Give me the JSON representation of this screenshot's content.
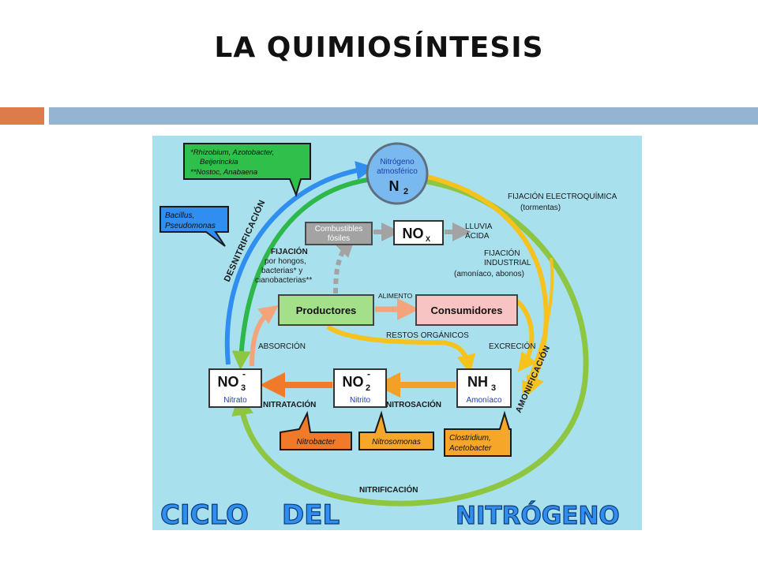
{
  "slide": {
    "title": "LA QUIMIOSÍNTESIS"
  },
  "colors": {
    "background": "#a8e0ee",
    "accent_orange": "#de7b4a",
    "accent_blue": "#94b4d1",
    "green": "#8ec641",
    "blue": "#2f8ef0",
    "yellow": "#f6c21d",
    "orange": "#f07a2a"
  },
  "diagram": {
    "nodes": {
      "n2": {
        "line1": "Nitrógeno",
        "line2": "atmosférico",
        "formula": "N",
        "subscript": "2"
      },
      "combustibles": {
        "line1": "Combustibles",
        "line2": "fósiles"
      },
      "nox": {
        "formula": "NO",
        "subscript": "X"
      },
      "productores": {
        "label": "Productores"
      },
      "consumidores": {
        "label": "Consumidores"
      },
      "no3": {
        "formula": "NO",
        "subscript": "3",
        "superscript": "-",
        "name": "Nitrato"
      },
      "no2": {
        "formula": "NO",
        "subscript": "2",
        "superscript": "-",
        "name": "Nitrito"
      },
      "nh3": {
        "formula": "NH",
        "subscript": "3",
        "name": "Amoníaco"
      }
    },
    "callouts": {
      "rhizobium": {
        "line1": "*Rhizobium, Azotobacter,",
        "line2": "Beijerinckia",
        "line3": "**Nostoc, Anabaena"
      },
      "bacillus": {
        "line1": "Bacillus,",
        "line2": "Pseudomonas"
      },
      "nitrobacter": {
        "text": "Nitrobacter"
      },
      "nitrosomonas": {
        "text": "Nitrosomonas"
      },
      "clostridium": {
        "line1": "Clostridium,",
        "line2": "Acetobacter"
      }
    },
    "labels": {
      "desnitrificacion": "DESNITRIFICACIÓN",
      "fijacion_title": "FIJACIÓN",
      "fijacion_l1": "por hongos,",
      "fijacion_l2": "bacterias* y",
      "fijacion_l3": "cianobacterias**",
      "fijacion_electro": "FIJACIÓN ELECTROQUÍMICA",
      "tormentas": "(tormentas)",
      "lluvia_l1": "LLUVIA",
      "lluvia_l2": "ÁCIDA",
      "industrial_l1": "FIJACIÓN",
      "industrial_l2": "INDUSTRIAL",
      "industrial_l3": "(amoníaco, abonos)",
      "alimento": "ALIMENTO",
      "restos": "RESTOS ORGÁNICOS",
      "excrecion": "EXCRECIÓN",
      "absorcion": "ABSORCIÓN",
      "amonificacion": "AMONIFICACIÓN",
      "nitratacion": "NITRATACIÓN",
      "nitrosacion": "NITROSACIÓN",
      "nitrificacion": "NITRIFICACIÓN"
    },
    "banner": {
      "word1": "CICLO",
      "word2": "DEL",
      "word3": "NITRÓGENO"
    }
  }
}
